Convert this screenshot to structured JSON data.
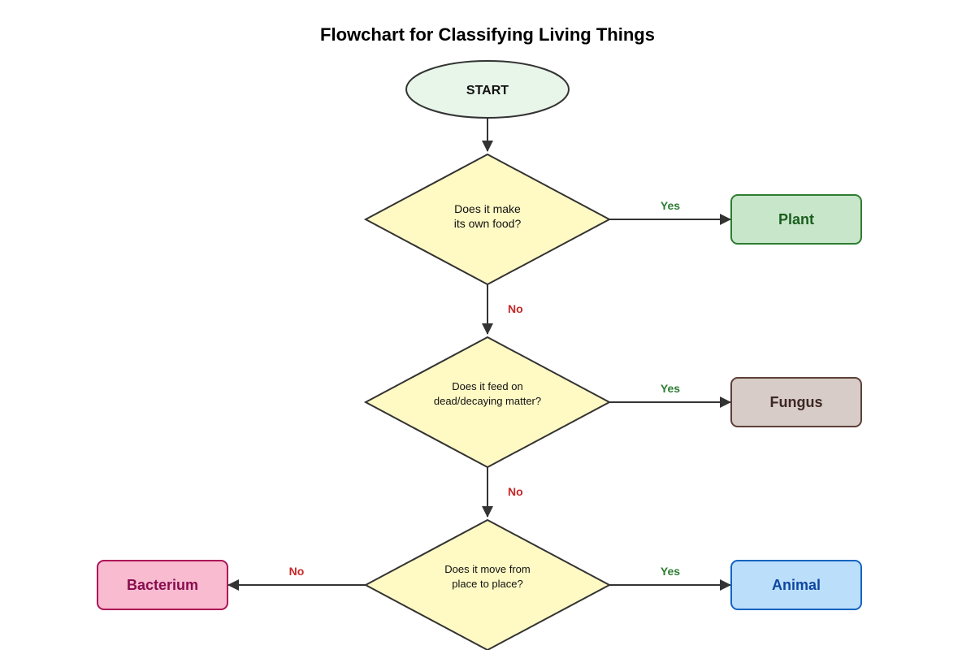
{
  "title": "Flowchart for Classifying Living Things",
  "colors": {
    "stroke": "#333333",
    "start_fill": "#e8f5e9",
    "decision_fill": "#fff9c4",
    "yes": "#2e7d32",
    "no": "#c62828",
    "plant_fill": "#c8e6c9",
    "plant_stroke": "#2e7d32",
    "plant_text": "#1b5e20",
    "fungus_fill": "#d7ccc8",
    "fungus_stroke": "#5d4037",
    "fungus_text": "#3e2723",
    "animal_fill": "#bbdefb",
    "animal_stroke": "#1565c0",
    "animal_text": "#0d47a1",
    "bacterium_fill": "#f8bbd0",
    "bacterium_stroke": "#ad1457",
    "bacterium_text": "#880e4f"
  },
  "nodes": {
    "start": {
      "label": "START"
    },
    "q1": {
      "line1": "Does it make",
      "line2": "its own food?"
    },
    "q2": {
      "line1": "Does it feed on",
      "line2": "dead/decaying matter?"
    },
    "q3": {
      "line1": "Does it move from",
      "line2": "place to place?"
    },
    "plant": {
      "label": "Plant"
    },
    "fungus": {
      "label": "Fungus"
    },
    "animal": {
      "label": "Animal"
    },
    "bacterium": {
      "label": "Bacterium"
    }
  },
  "edges": {
    "q1_yes": "Yes",
    "q1_no": "No",
    "q2_yes": "Yes",
    "q2_no": "No",
    "q3_yes": "Yes",
    "q3_no": "No"
  }
}
